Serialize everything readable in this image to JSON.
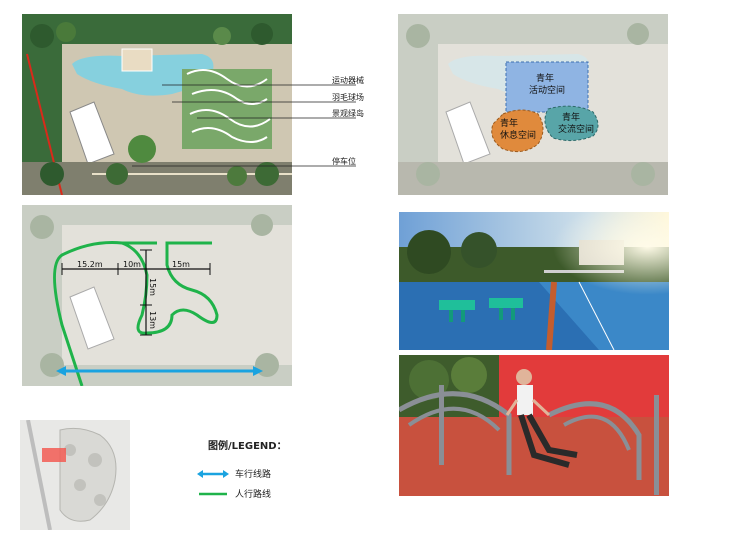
{
  "plan_labels": {
    "fitness": "运动器械",
    "badminton": "羽毛球场",
    "island": "景观绿岛",
    "parking": "停车位"
  },
  "zones": {
    "activity": [
      "青年",
      "活动空间"
    ],
    "rest": [
      "青年",
      "休息空间"
    ],
    "exchange": [
      "青年",
      "交流空间"
    ]
  },
  "dimensions": {
    "d1": "15.2m",
    "d2": "10m",
    "d3": "15m",
    "d4": "15m",
    "d5": "13m"
  },
  "legend": {
    "title": "图例/LEGEND：",
    "vehicle": "车行线路",
    "pedestrian": "人行路线"
  },
  "colors": {
    "vehicle_route": "#1aa3e0",
    "pedestrian_route": "#1fb34a",
    "activity_zone": "#8fb4e3",
    "rest_zone": "#e08a3c",
    "exchange_zone": "#58a5a8"
  }
}
